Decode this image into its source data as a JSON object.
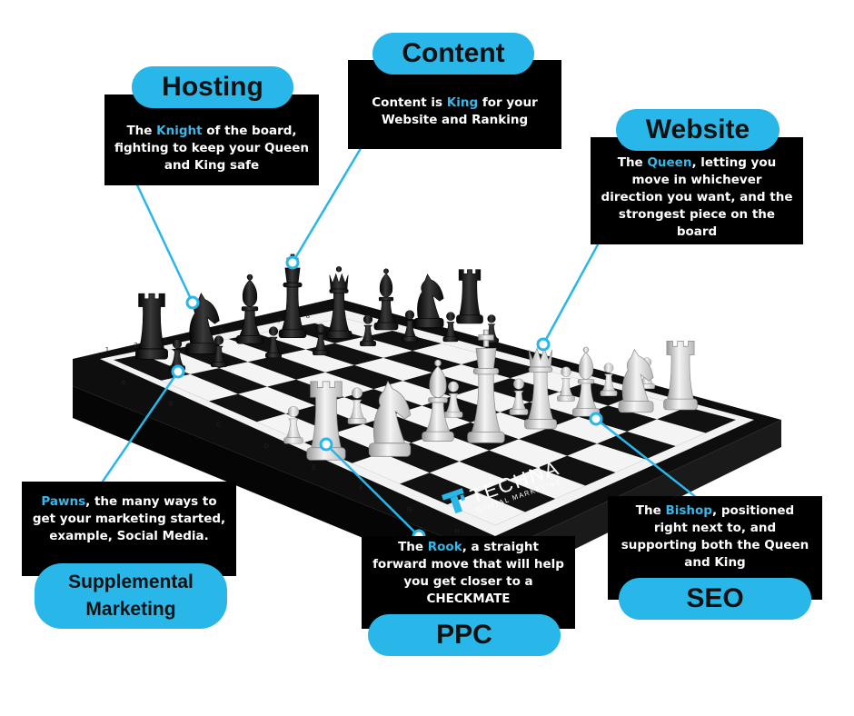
{
  "colors": {
    "accent": "#29b6e8",
    "box": "#000000",
    "highlight": "#35b8ea"
  },
  "brand": {
    "name": "TECHNA",
    "tagline": "DIGITAL MARKETING"
  },
  "board": {
    "files": [
      "A",
      "B",
      "C",
      "D",
      "E",
      "F",
      "G",
      "H"
    ],
    "ranks": [
      "1",
      "2",
      "3",
      "4",
      "5",
      "6",
      "7",
      "8"
    ]
  },
  "callouts": {
    "content": {
      "title": "Content",
      "pre": "Content is ",
      "hl": "King",
      "post": " for your Website and Ranking"
    },
    "hosting": {
      "title": "Hosting",
      "pre": "The ",
      "hl": "Knight",
      "post": " of the board, fighting to keep your Queen and King safe"
    },
    "website": {
      "title": "Website",
      "pre": "The ",
      "hl": "Queen",
      "post": ", letting you move in whichever direction you want, and the strongest piece on the board"
    },
    "supplemental": {
      "title_line1": "Supplemental",
      "title_line2": "Marketing",
      "pre": "",
      "hl": "Pawns",
      "post": ", the many ways to get your marketing started, example, Social Media."
    },
    "ppc": {
      "title": "PPC",
      "pre": "The ",
      "hl": "Rook",
      "post": ", a straight forward move that will help you get closer to a CHECKMATE"
    },
    "seo": {
      "title": "SEO",
      "pre": "The ",
      "hl": "Bishop",
      "post": ", positioned right next to, and supporting both the Queen and King"
    }
  }
}
